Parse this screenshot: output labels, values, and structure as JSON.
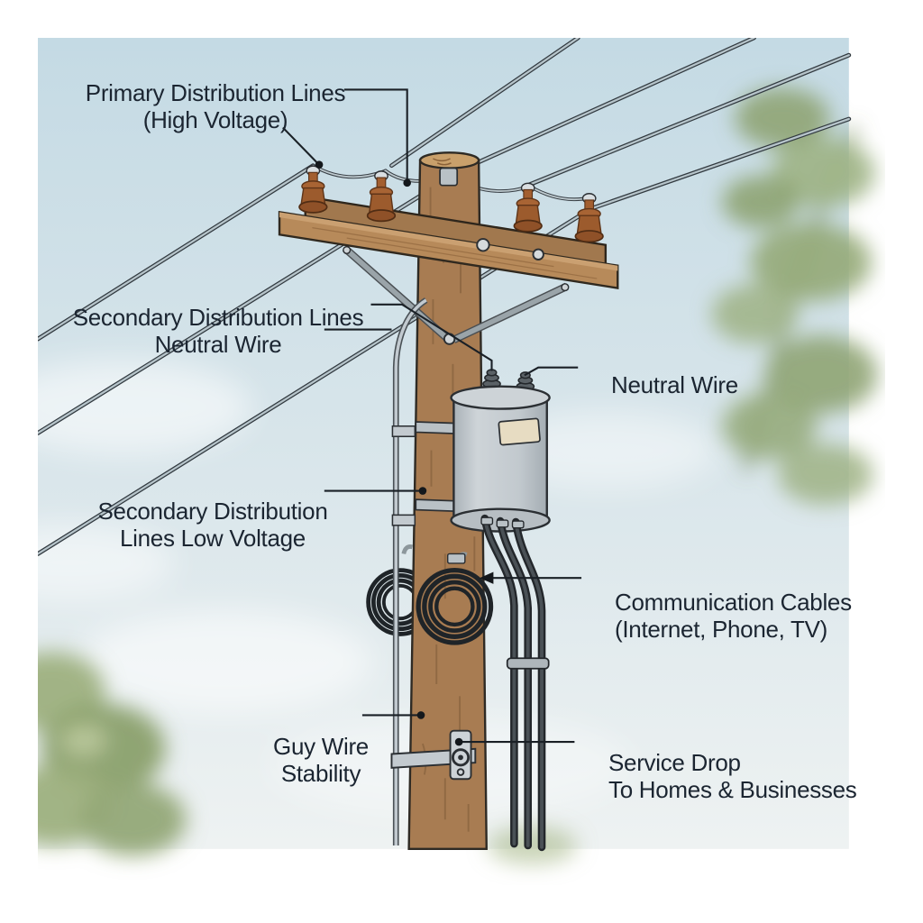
{
  "labels": {
    "primary": {
      "line1": "Primary Distribution Lines",
      "line2": "(High Voltage)"
    },
    "secondary_neutral": {
      "line1": "Secondary Distribution Lines",
      "line2": "Neutral Wire"
    },
    "neutral": {
      "line1": "Neutral Wire"
    },
    "secondary_low": {
      "line1": "Secondary Distribution",
      "line2": "Lines Low Voltage"
    },
    "communication": {
      "line1": "Communication Cables",
      "line2": "(Internet, Phone, TV)"
    },
    "guy": {
      "line1": "Guy Wire",
      "line2": "Stability"
    },
    "service": {
      "line1": "Service Drop",
      "line2": "To Homes & Businesses"
    }
  },
  "colors": {
    "background": "#ffffff",
    "sky_top": "#c4dae4",
    "sky_bottom": "#eef2f2",
    "pole_wood": "#a87c52",
    "crossarm_wood": "#b78a5a",
    "insulator": "#9c5b2d",
    "transformer_body": "#c6ccd1",
    "transformer_plate": "#e7dcc2",
    "wire_core": "#b6c4ca",
    "wire_outline": "#323a40",
    "comm_cable": "#2f3438",
    "foliage": "#93a877",
    "label_text": "#1b2531",
    "leader_line": "#1a2026"
  }
}
